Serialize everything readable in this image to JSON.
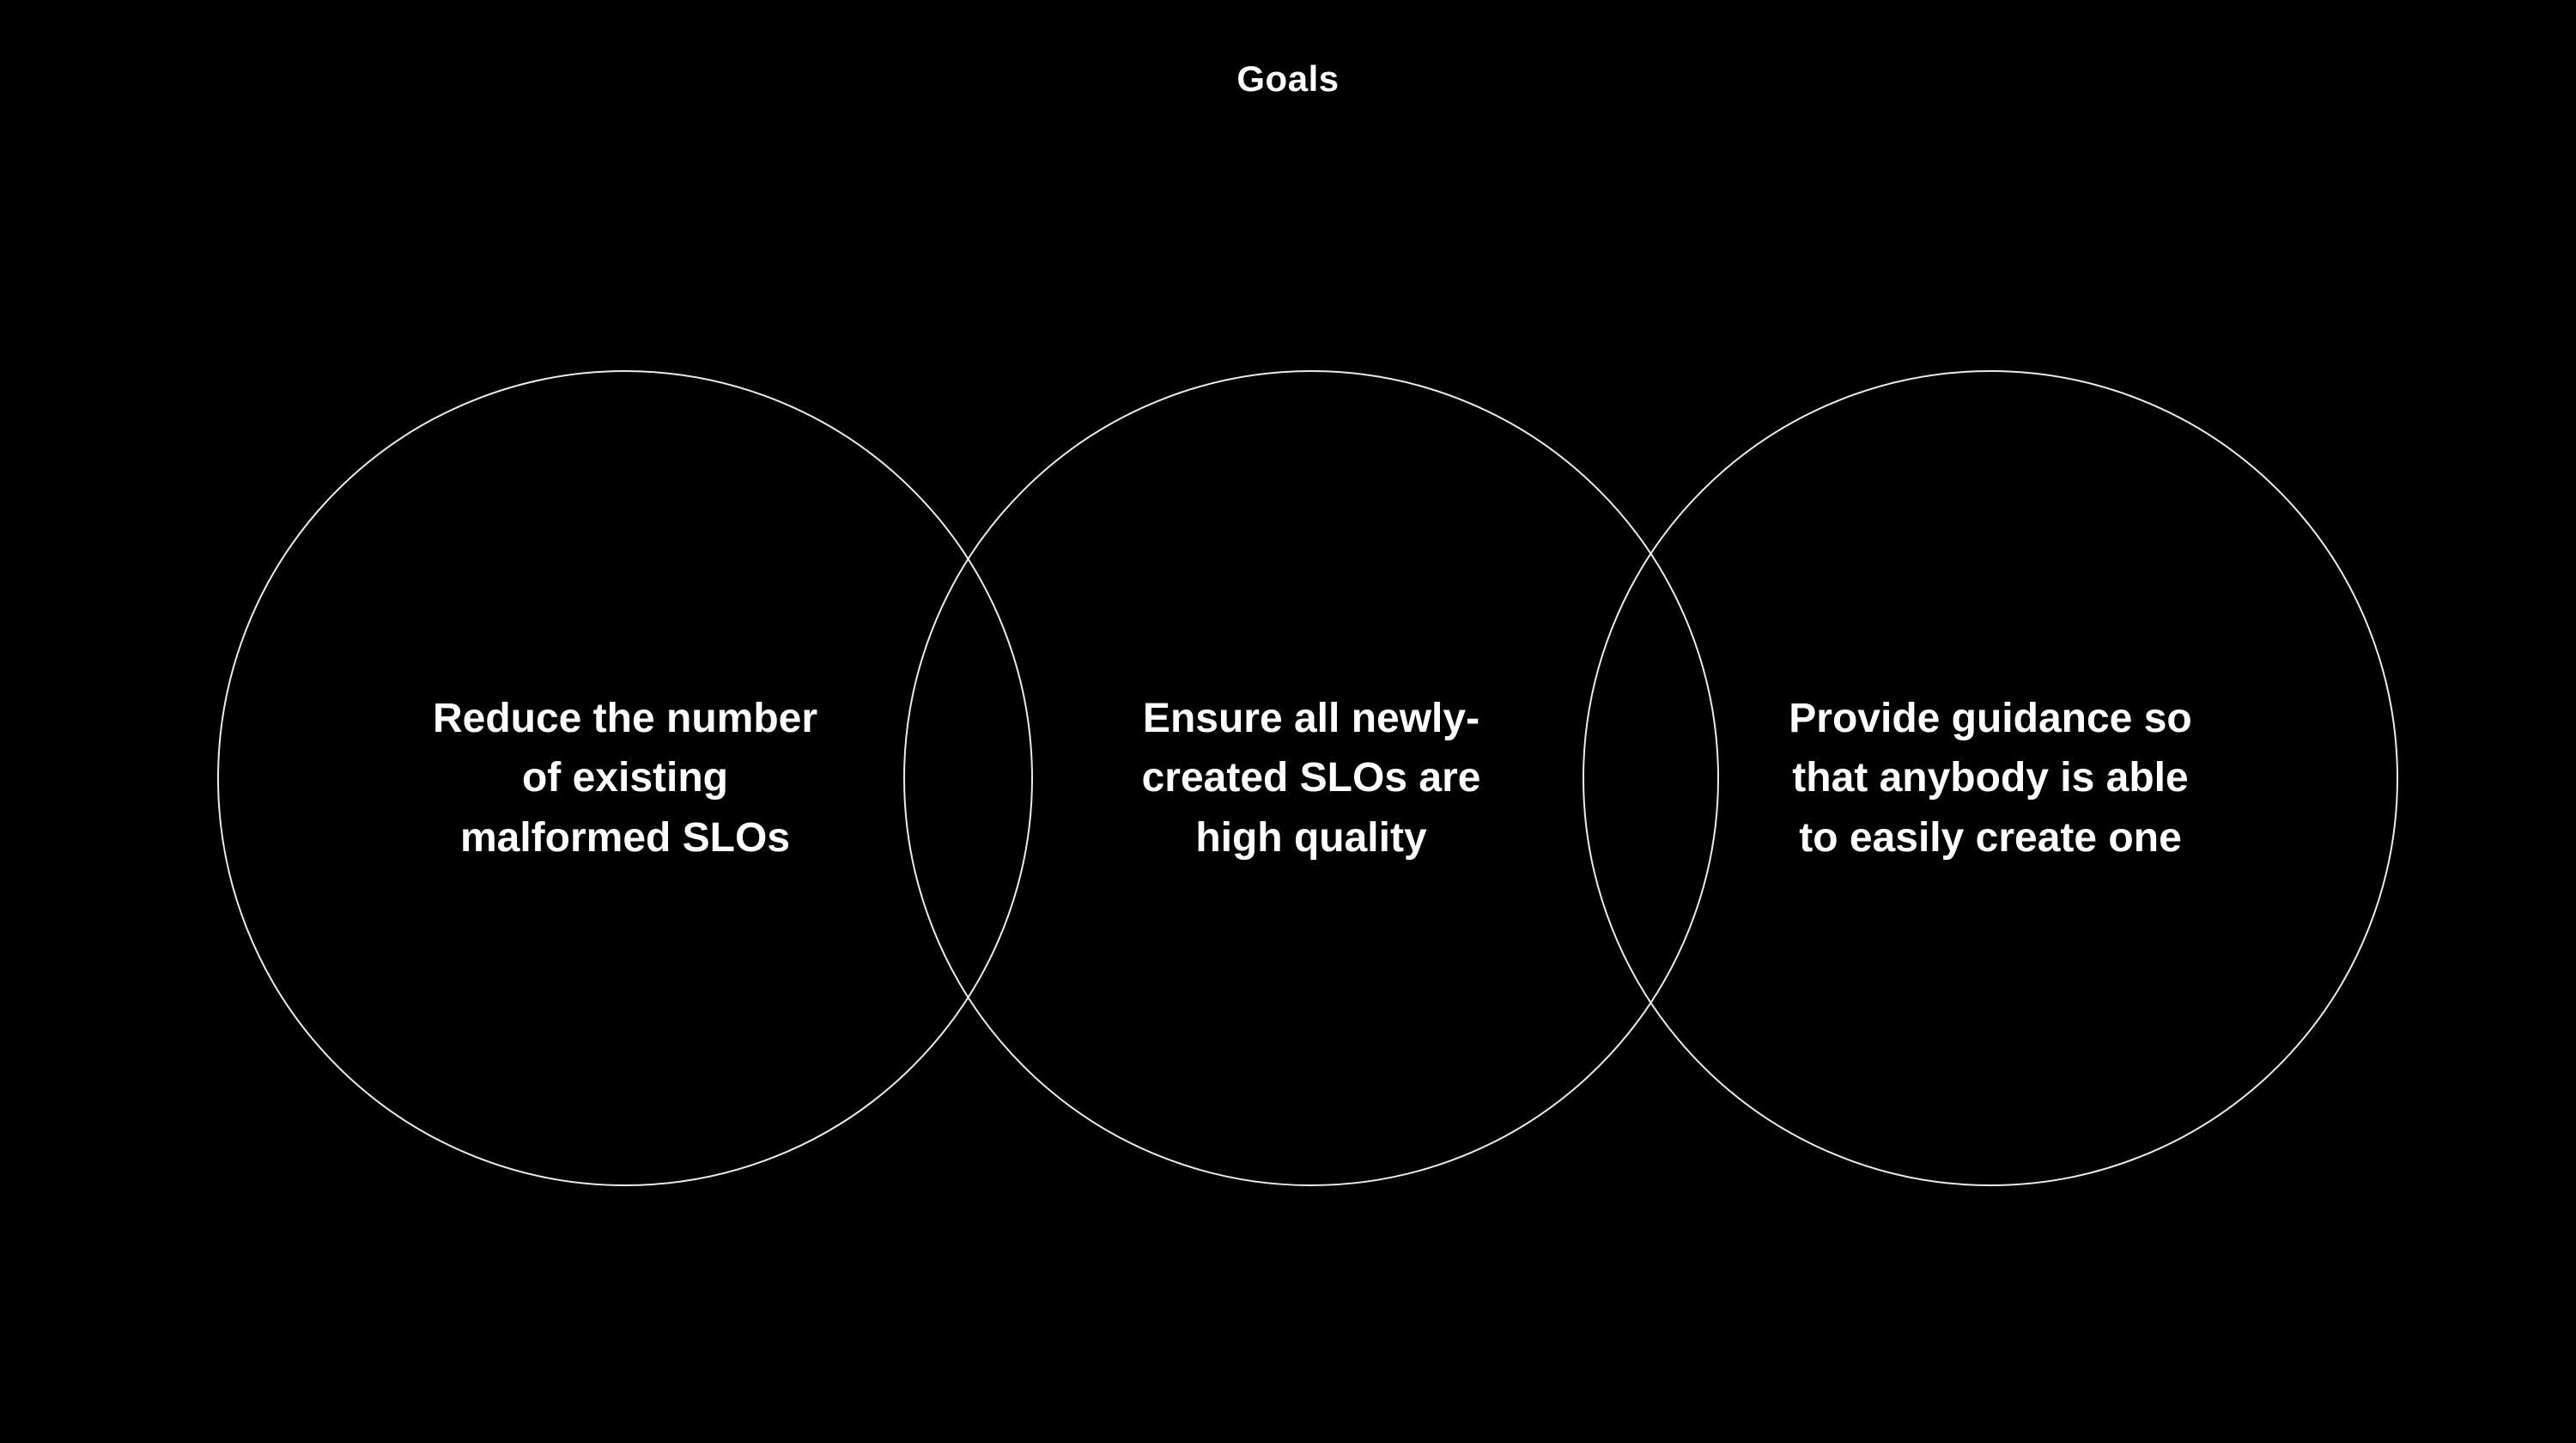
{
  "slide": {
    "title": "Goals",
    "colors": {
      "background": "#000000",
      "circle_stroke": "#ffffff",
      "text": "#ffffff"
    },
    "circles": [
      {
        "label": "Reduce the number\nof existing\nmalformed SLOs"
      },
      {
        "label": "Ensure all newly-\ncreated SLOs are\nhigh quality"
      },
      {
        "label": "Provide guidance so\nthat anybody is able\nto easily create one"
      }
    ]
  }
}
